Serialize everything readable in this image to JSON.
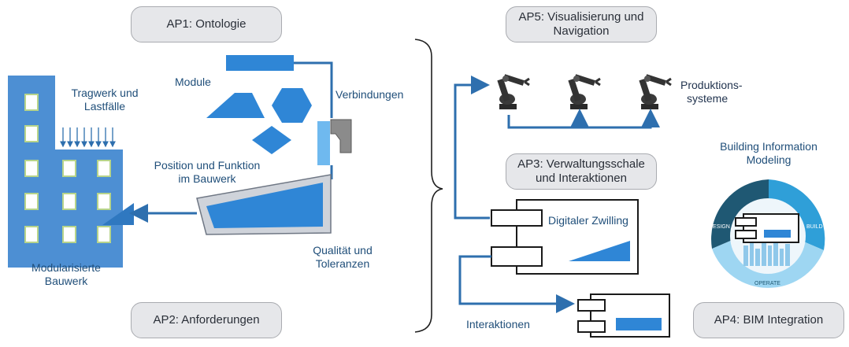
{
  "pills": {
    "ap1": "AP1: Ontologie",
    "ap2": "AP2: Anforderungen",
    "ap3_line1": "AP3: Verwaltungsschale",
    "ap3_line2": "und Interaktionen",
    "ap4": "AP4: BIM Integration",
    "ap5_line1": "AP5: Visualisierung und",
    "ap5_line2": "Navigation"
  },
  "labels": {
    "tragwerk_line1": "Tragwerk und",
    "tragwerk_line2": "Lastfälle",
    "module": "Module",
    "verbindungen": "Verbindungen",
    "position_line1": "Position und Funktion",
    "position_line2": "im Bauwerk",
    "modularisiert_line1": "Modularisierte",
    "modularisiert_line2": "Bauwerk",
    "qualitaet_line1": "Qualität und",
    "qualitaet_line2": "Toleranzen",
    "produktion_line1": "Produktions-",
    "produktion_line2": "systeme",
    "bim_line1": "Building Information",
    "bim_line2": "Modeling",
    "digitaler_zwilling": "Digitaler Zwilling",
    "interaktionen": "Interaktionen"
  },
  "bim_cycle": {
    "design": "DESIGN",
    "build": "BUILD",
    "operate": "OPERATE"
  },
  "colors": {
    "accent_blue": "#2e6fae",
    "building_blue": "#4d8fd3",
    "module_blue": "#2f86d6",
    "pill_bg": "#e6e7ea"
  }
}
